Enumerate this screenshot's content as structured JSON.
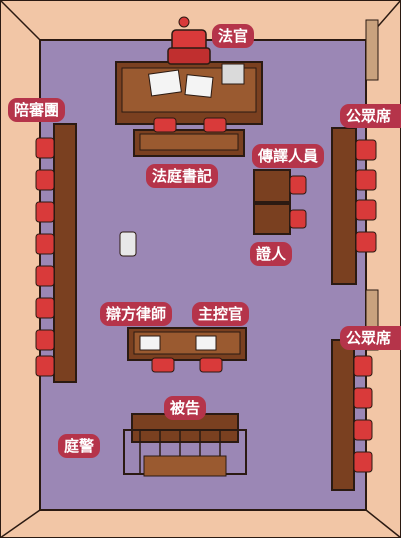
{
  "labels": {
    "judge": "法官",
    "jury": "陪審團",
    "public_gallery_top": "公眾席",
    "interpreter": "傳譯人員",
    "court_clerk": "法庭書記",
    "witness": "證人",
    "defense_counsel": "辯方律師",
    "prosecutor": "主控官",
    "public_gallery_bottom": "公眾席",
    "defendant": "被告",
    "court_police": "庭警"
  },
  "colors": {
    "floor": "#9b87b5",
    "wall": "#f2c6a6",
    "outline": "#2b1a12",
    "wood": "#7a4020",
    "chair": "#d93a3a",
    "label_bg": "#b5344a",
    "label_text": "#ffffff"
  }
}
